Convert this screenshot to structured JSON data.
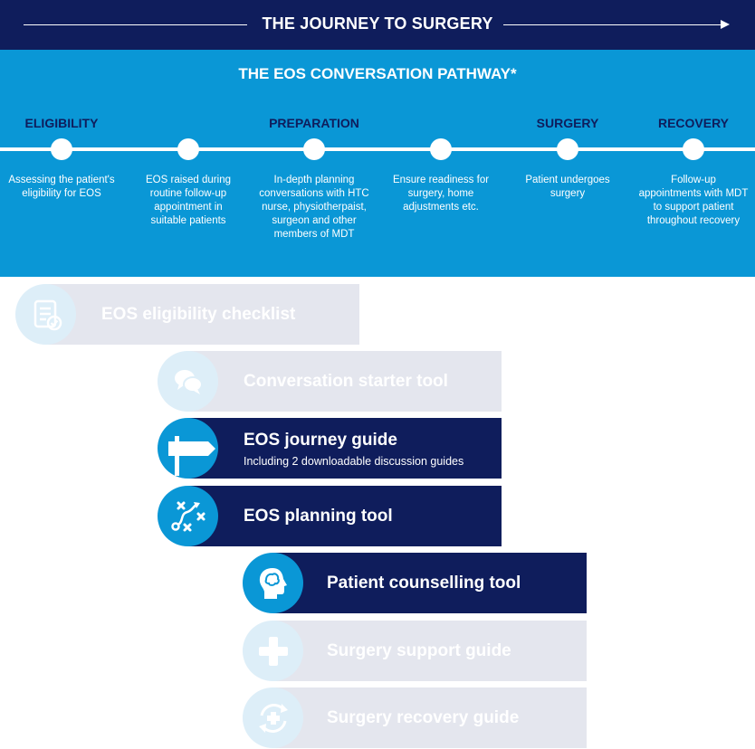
{
  "journey": {
    "title": "THE JOURNEY TO SURGERY"
  },
  "pathway": {
    "title": "THE EOS CONVERSATION PATHWAY*",
    "phases": [
      "ELIGIBILITY",
      "PREPARATION",
      "SURGERY",
      "RECOVERY"
    ],
    "steps": [
      "Assessing the patient's eligibility for EOS",
      "EOS raised during routine follow-up appointment in suitable patients",
      "In-depth planning conversations with HTC nurse, physiotherpaist, surgeon and other members of MDT",
      "Ensure readiness for surgery, home adjustments etc.",
      "Patient undergoes surgery",
      "Follow-up appointments with MDT to support patient throughout recovery"
    ]
  },
  "tools": [
    {
      "label": "EOS eligibility checklist",
      "icon": "checklist-icon",
      "state": "inactive"
    },
    {
      "label": "Conversation starter tool",
      "icon": "speech-bubbles-icon",
      "state": "inactive"
    },
    {
      "label": "EOS journey guide",
      "sub": "Including 2 downloadable discussion guides",
      "icon": "signpost-icon",
      "state": "active"
    },
    {
      "label": "EOS planning tool",
      "icon": "strategy-icon",
      "state": "active"
    },
    {
      "label": "Patient counselling tool",
      "icon": "head-brain-icon",
      "state": "active"
    },
    {
      "label": "Surgery support guide",
      "icon": "plus-icon",
      "state": "inactive"
    },
    {
      "label": "Surgery recovery guide",
      "icon": "recovery-cycle-icon",
      "state": "inactive"
    }
  ],
  "colors": {
    "navy": "#0f1d5c",
    "blue": "#0a97d6",
    "inactive_bar": "#e4e6ee",
    "inactive_circle": "#ddeef8"
  }
}
